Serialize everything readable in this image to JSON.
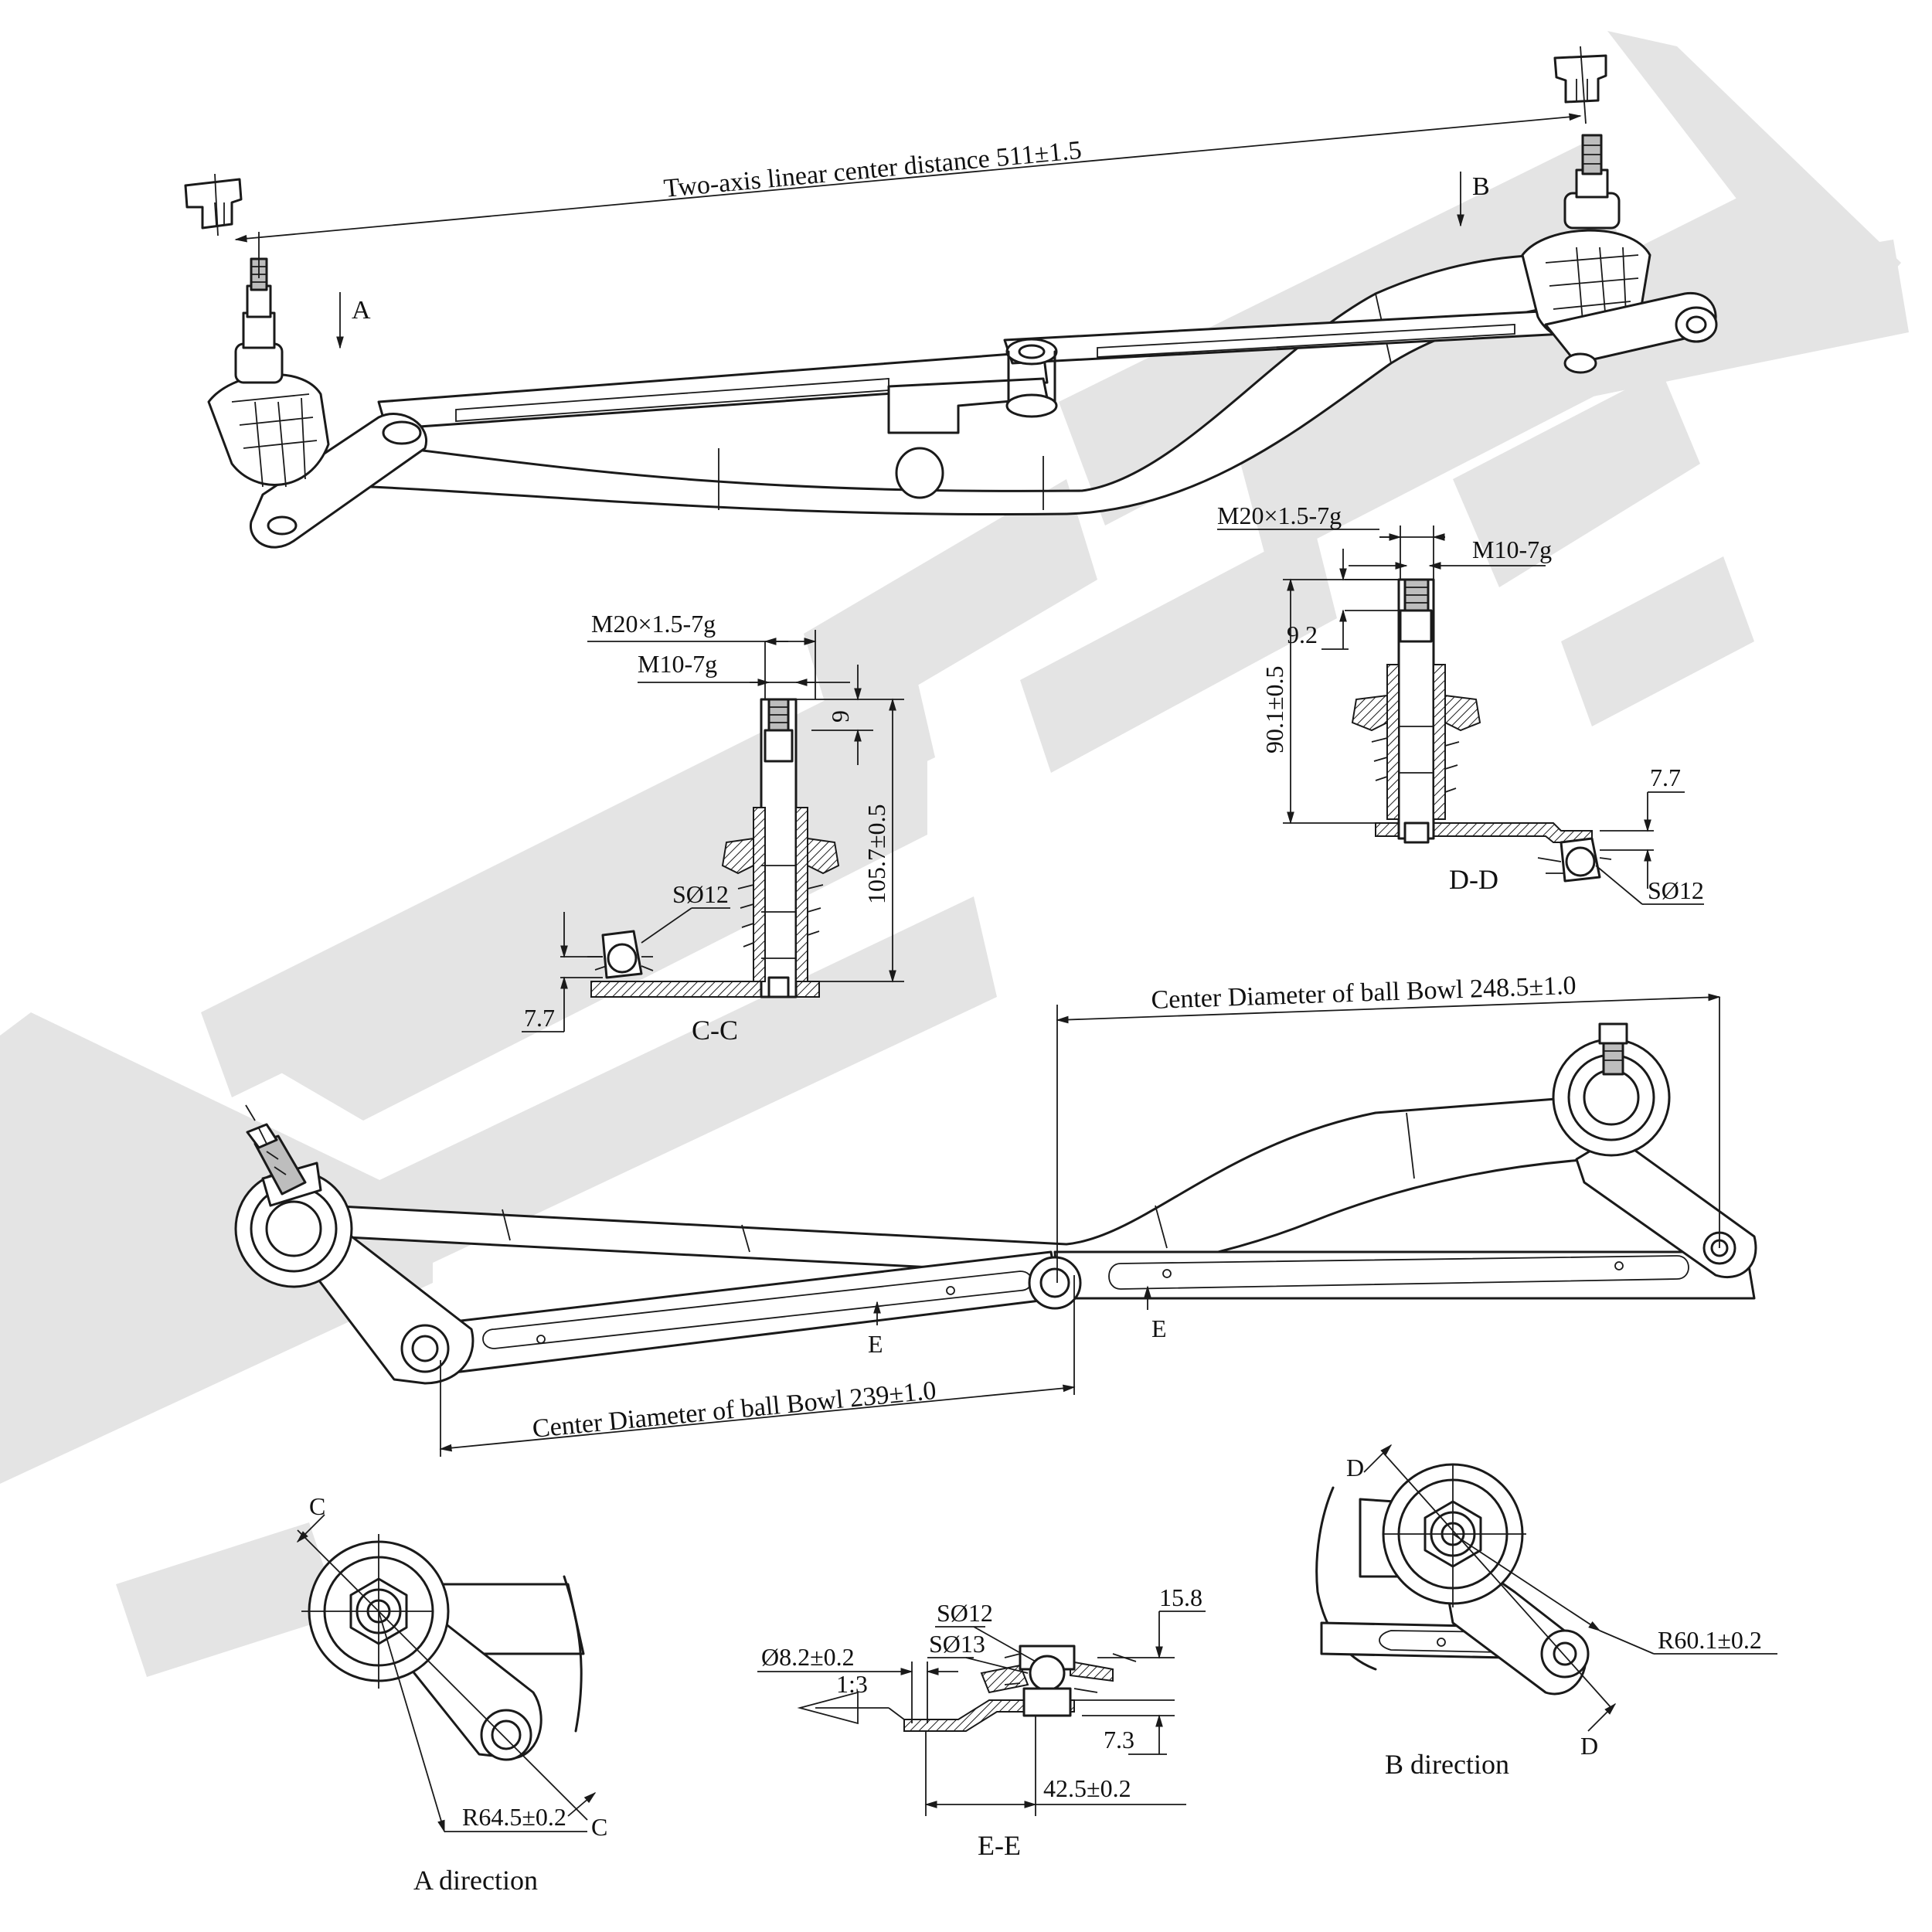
{
  "top_view": {
    "center_distance": "Two-axis linear center distance 511±1.5",
    "view_a_arrow": "A",
    "view_b_arrow": "B"
  },
  "section_cc": {
    "thread_outer": "M20×1.5-7g",
    "thread_inner": "M10-7g",
    "dim_thread_len": "9",
    "dim_height": "105.7±0.5",
    "ball": "SØ12",
    "dim_offset": "7.7",
    "label": "C-C"
  },
  "section_dd": {
    "thread_outer": "M20×1.5-7g",
    "thread_inner": "M10-7g",
    "dim_thread_len": "9.2",
    "dim_height": "90.1±0.5",
    "dim_offset": "7.7",
    "ball": "SØ12",
    "label": "D-D"
  },
  "main_view": {
    "ball_bowl_right": "Center Diameter of ball Bowl 248.5±1.0",
    "ball_bowl_left": "Center Diameter of ball Bowl 239±1.0",
    "section_e": "E"
  },
  "view_a": {
    "section_c": "C",
    "radius": "R64.5±0.2",
    "label": "A direction"
  },
  "section_ee": {
    "ball_1": "SØ12",
    "ball_2": "SØ13",
    "hole": "Ø8.2±0.2",
    "taper": "1:3",
    "dim_top": "15.8",
    "dim_mid": "7.3",
    "dim_len": "42.5±0.2",
    "label": "E-E"
  },
  "view_b": {
    "section_d": "D",
    "radius": "R60.1±0.2",
    "label": "B direction"
  }
}
